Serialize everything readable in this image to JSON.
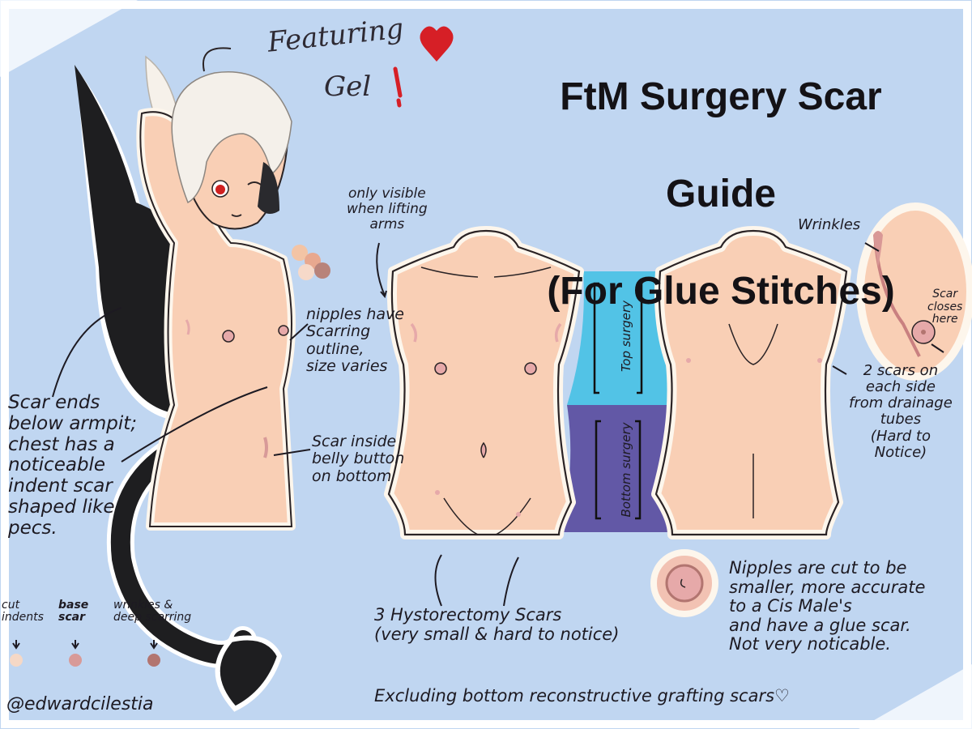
{
  "title": {
    "line1": "FtM Surgery Scar",
    "line2": "Guide",
    "line3": "(For Glue Stitches)"
  },
  "featuring": {
    "word": "Featuring",
    "name": "Gel"
  },
  "annotations": {
    "lifting_arms": "only visible\nwhen lifting\narms",
    "nipples_scarring": "nipples have\nScarring\noutline,\nsize varies",
    "scar_ends": "Scar ends\nbelow armpit;\nchest has a\nnoticeable\nindent scar\nshaped like\npecs.",
    "belly_button": "Scar inside\nbelly button\non bottom",
    "wrinkles": "Wrinkles",
    "scar_closes": "Scar\ncloses\nhere",
    "drainage": "2 scars on\neach side\nfrom drainage\ntubes\n(Hard to\nNotice)",
    "hysterectomy": "3 Hystorectomy Scars\n(very small & hard to notice)",
    "nipples_cut": "Nipples are cut to be\nsmaller, more accurate\nto a Cis Male's\nand have a glue scar.\nNot very noticable.",
    "excluding": "Excluding bottom reconstructive grafting scars♡"
  },
  "bands": {
    "top": "Top surgery",
    "bottom": "Bottom surgery"
  },
  "legend": [
    {
      "label": "cut\nindents",
      "color": "#f5d8c6"
    },
    {
      "label": "base\nscar",
      "color": "#d89a98"
    },
    {
      "label": "wrinkles &\ndeep scarring",
      "color": "#b27570"
    }
  ],
  "credit": "@edwardcilestia",
  "colors": {
    "background": "#c0d6f1",
    "skin": "#f9cfb5",
    "outline": "#fdf6ec",
    "scar": "#e6a9a9",
    "top_band": "#52c3e6",
    "bottom_band": "#6258a6",
    "wing": "#1e1e20",
    "heart": "#d61f26"
  }
}
